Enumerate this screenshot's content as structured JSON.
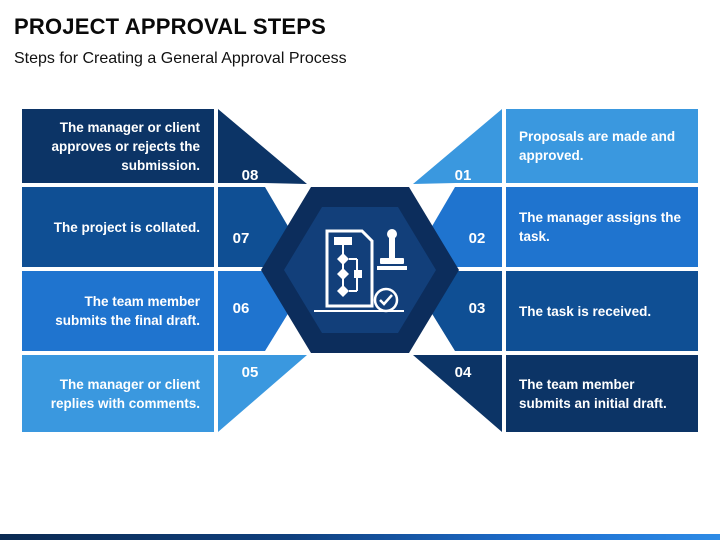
{
  "header": {
    "title": "PROJECT APPROVAL STEPS",
    "subtitle": "Steps for Creating a General Approval Process"
  },
  "steps": [
    {
      "number": "01",
      "text": "Proposals are made and approved.",
      "color": "#3a98df"
    },
    {
      "number": "02",
      "text": "The manager assigns the task.",
      "color": "#1f74cf"
    },
    {
      "number": "03",
      "text": "The task is received.",
      "color": "#0f4f94"
    },
    {
      "number": "04",
      "text": "The team member submits an initial draft.",
      "color": "#0c3466"
    },
    {
      "number": "05",
      "text": "The manager or client replies with comments.",
      "color": "#3a98df"
    },
    {
      "number": "06",
      "text": "The team member submits the final draft.",
      "color": "#1f74cf"
    },
    {
      "number": "07",
      "text": "The project is collated.",
      "color": "#0f4f94"
    },
    {
      "number": "08",
      "text": "The manager or client approves or rejects the submission.",
      "color": "#0c3466"
    }
  ],
  "center": {
    "icon": "approval-workflow-icon",
    "outer_color": "#0c2d5c",
    "inner_color": "#123f7a"
  }
}
